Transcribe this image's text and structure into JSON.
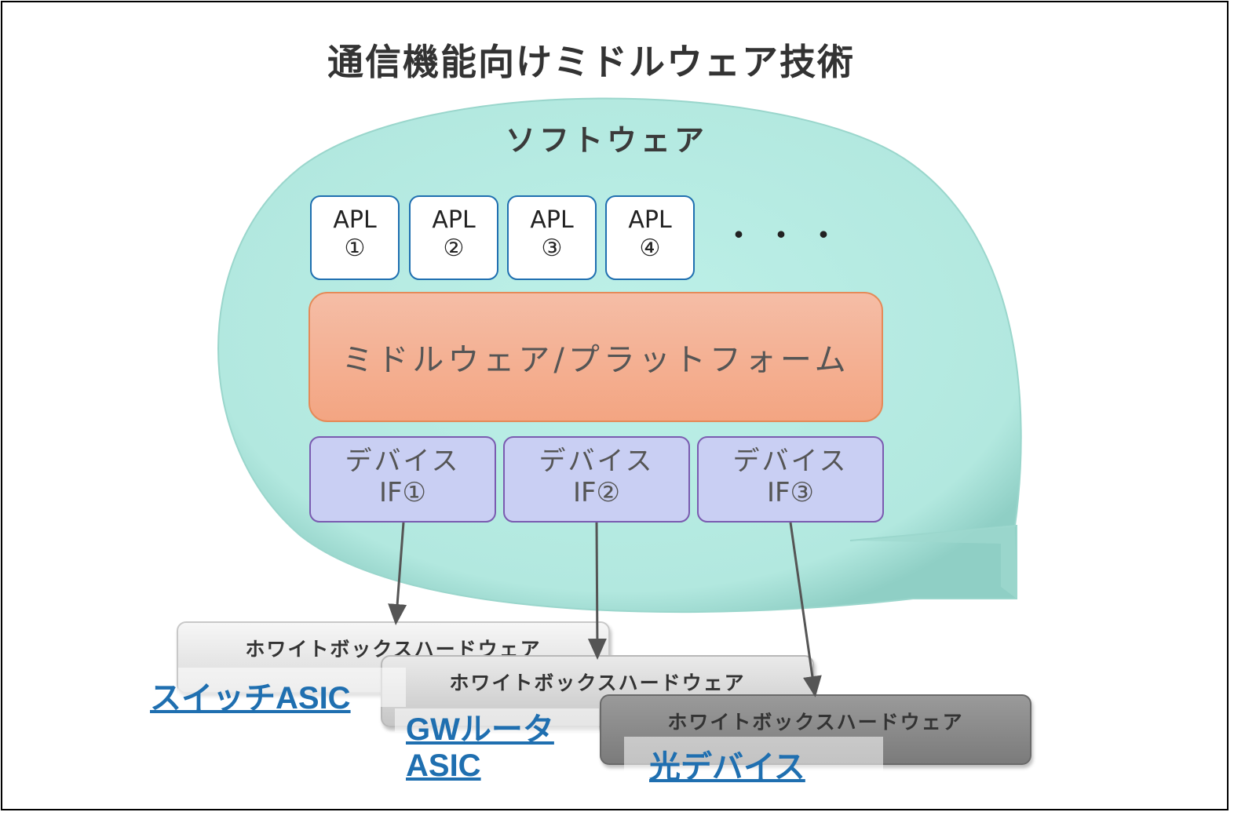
{
  "title": "通信機能向けミドルウェア技術",
  "software_label": "ソフトウェア",
  "apls": [
    {
      "name": "APL",
      "num": "①"
    },
    {
      "name": "APL",
      "num": "②"
    },
    {
      "name": "APL",
      "num": "③"
    },
    {
      "name": "APL",
      "num": "④"
    }
  ],
  "ellipsis": "・・・",
  "middleware_label": "ミドルウェア/プラットフォーム",
  "device_ifs": [
    {
      "line1": "デバイス",
      "line2": "IF①"
    },
    {
      "line1": "デバイス",
      "line2": "IF②"
    },
    {
      "line1": "デバイス",
      "line2": "IF③"
    }
  ],
  "whitebox_label": "ホワイトボックスハードウェア",
  "asic_links": [
    {
      "text": "スイッチASIC"
    },
    {
      "text": "GWルータ\nASIC"
    },
    {
      "text": "光デバイス"
    }
  ],
  "colors": {
    "bubble": "#b5e9e1",
    "middleware": "#f3a582",
    "device_if": "#c9cff3",
    "apl_border": "#1f6fb0",
    "link": "#1f6fb0"
  }
}
